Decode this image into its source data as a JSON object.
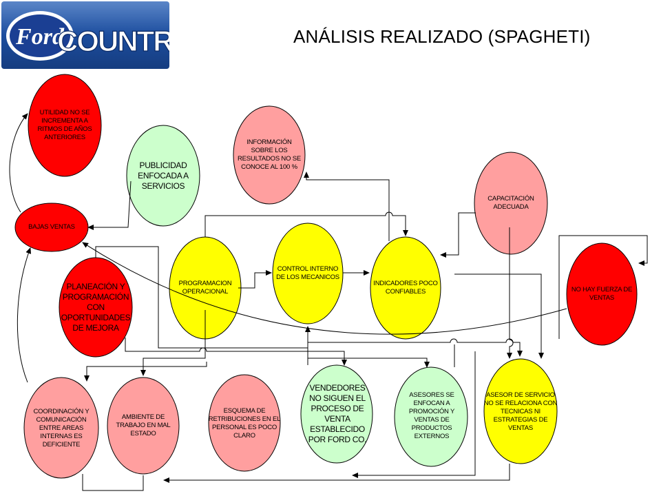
{
  "header": {
    "title": "ANÁLISIS REALIZADO (SPAGHETI)",
    "logo": {
      "brand": "Ford",
      "dealer": "COUNTRY",
      "colors": {
        "oval": "#1b3f93",
        "background": "#1c4d9e",
        "text": "#ffffff"
      }
    }
  },
  "colors": {
    "red": "#ff0000",
    "pink": "#ff9f9f",
    "yellow": "#ffff00",
    "green": "#ccffcc",
    "line": "#000000"
  },
  "nodes": {
    "utilidad": "UTILIDAD NO SE INCREMENTA A RITMOS DE AÑOS ANTERIORES",
    "bajas_ventas": "BAJAS VENTAS",
    "publicidad": "PUBLICIDAD ENFOCADA A SERVICIOS",
    "informacion": "INFORMACIÓN SOBRE LOS RESULTADOS NO SE CONOCE AL 100 %",
    "capacitacion": "CAPACITACIÓN ADECUADA",
    "planeacion": "PLANEACIÓN Y PROGRAMACIÓN CON OPORTUNIDADES DE MEJORA",
    "programacion": "PROGRAMACION OPERACIONAL",
    "control": "CONTROL INTERNO DE LOS MECANICOS",
    "indicadores": "INDICADORES POCO CONFIABLES",
    "fuerza": "NO HAY FUERZA DE VENTAS",
    "coordinacion": "COORDINACIÓN Y COMUNICACIÓN ENTRE AREAS INTERNAS ES DEFICIENTE",
    "ambiente": "AMBIENTE DE TRABAJO EN MAL ESTADO",
    "esquema": "ESQUEMA DE RETRIBUCIONES EN EL PERSONAL ES POCO CLARO",
    "vendedores": "VENDEDORES NO SIGUEN EL PROCESO DE VENTA ESTABLECIDO POR FORD CO.",
    "asesores": "ASESORES SE ENFOCAN A PROMOCIÓN Y VENTAS DE PRODUCTOS EXTERNOS",
    "asesor_servicio": "ASESOR DE SERVICIO NO SE RELACIONA CON TECNICAS NI ESTRATEGIAS DE VENTAS"
  }
}
